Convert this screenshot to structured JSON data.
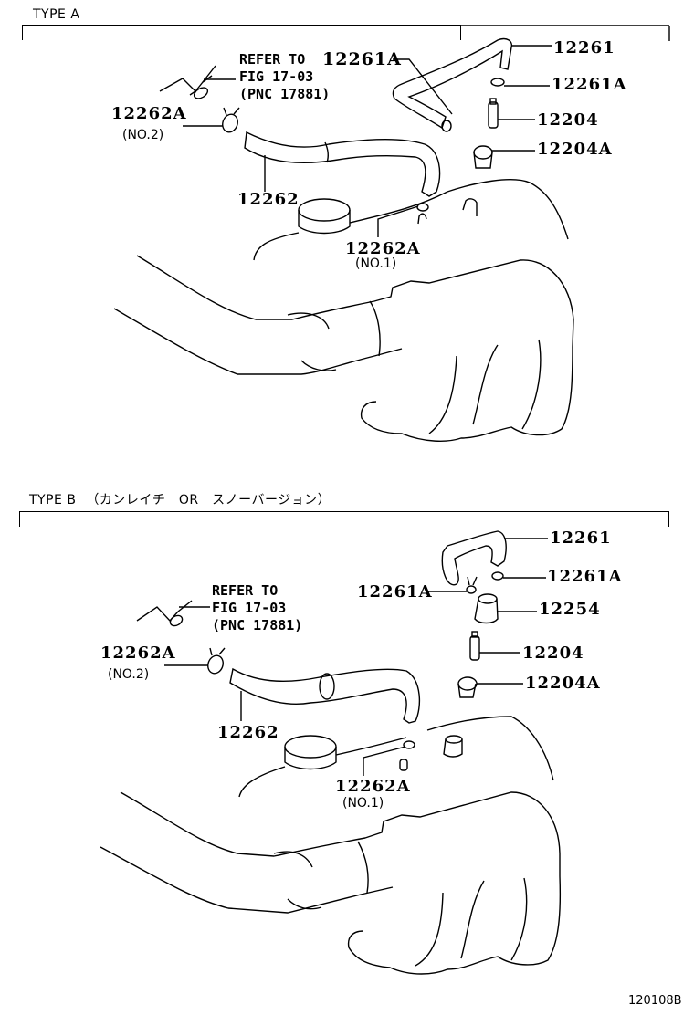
{
  "diagram": {
    "figure_number": "120108B",
    "sections": [
      {
        "id": "type-a",
        "title": "TYPE A",
        "reference_note": {
          "lines": [
            "REFER TO",
            "FIG 17-03",
            "(PNC 17881)"
          ]
        },
        "callouts": [
          {
            "part": "12261",
            "note": ""
          },
          {
            "part": "12261A",
            "note": ""
          },
          {
            "part": "12261A",
            "note": "upper-left (via REFER TO line)"
          },
          {
            "part": "12204",
            "note": ""
          },
          {
            "part": "12204A",
            "note": ""
          },
          {
            "part": "12262",
            "note": ""
          },
          {
            "part": "12262A",
            "note": "(NO.2)"
          },
          {
            "part": "12262A",
            "note": "(NO.1)"
          }
        ]
      },
      {
        "id": "type-b",
        "title": "TYPE B （カンレイチ　OR　スノーバージョン）",
        "reference_note": {
          "lines": [
            "REFER TO",
            "FIG 17-03",
            "(PNC 17881)"
          ]
        },
        "callouts": [
          {
            "part": "12261",
            "note": ""
          },
          {
            "part": "12261A",
            "note": "right"
          },
          {
            "part": "12261A",
            "note": "left"
          },
          {
            "part": "12254",
            "note": ""
          },
          {
            "part": "12204",
            "note": ""
          },
          {
            "part": "12204A",
            "note": ""
          },
          {
            "part": "12262",
            "note": ""
          },
          {
            "part": "12262A",
            "note": "(NO.2)"
          },
          {
            "part": "12262A",
            "note": "(NO.1)"
          }
        ]
      }
    ]
  },
  "labels": {
    "a": {
      "title": "TYPE A",
      "ref_text": "REFER TO\nFIG 17-03\n(PNC 17881)",
      "p12261A_top": "12261A",
      "p12261": "12261",
      "p12261A_right": "12261A",
      "p12204": "12204",
      "p12204A": "12204A",
      "p12262A_no2": "12262A",
      "no2": "(NO.2)",
      "p12262": "12262",
      "p12262A_no1": "12262A",
      "no1": "(NO.1)"
    },
    "b": {
      "title": "TYPE B",
      "title_suffix": "（カンレイチ　OR　スノーバージョン）",
      "ref_text": "REFER TO\nFIG 17-03\n(PNC 17881)",
      "p12261": "12261",
      "p12261A_right": "12261A",
      "p12261A_left": "12261A",
      "p12254": "12254",
      "p12204": "12204",
      "p12204A": "12204A",
      "p12262A_no2": "12262A",
      "no2": "(NO.2)",
      "p12262": "12262",
      "p12262A_no1": "12262A",
      "no1": "(NO.1)"
    },
    "figure_number": "120108B"
  }
}
